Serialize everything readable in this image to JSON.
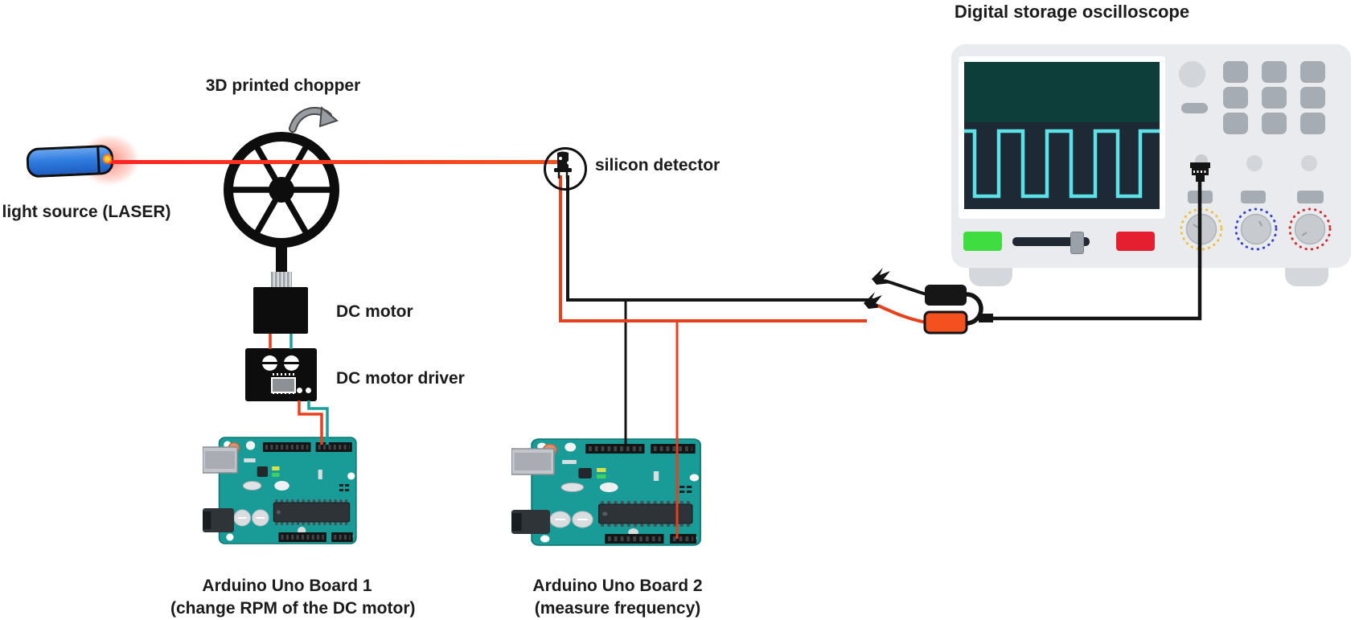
{
  "labels": {
    "oscilloscope_title": "Digital storage oscilloscope",
    "chopper": "3D printed chopper",
    "light_source": "light source (LASER)",
    "dc_motor": "DC motor",
    "dc_motor_driver": "DC motor driver",
    "silicon_detector": "silicon detector",
    "arduino1_title": "Arduino Uno Board 1",
    "arduino1_subtitle": "(change RPM of the DC motor)",
    "arduino2_title": "Arduino Uno Board 2",
    "arduino2_subtitle": "(measure frequency)"
  },
  "colors": {
    "laser_beam": "#f4511e",
    "laser_body_blue": "#2f7de1",
    "wire_red": "#e8401c",
    "wire_black": "#141414",
    "wire_teal": "#1c9f9b",
    "arduino_teal": "#199c98",
    "scope_body": "#e9ebee",
    "screen_top_teal": "#0d3e3a",
    "screen_bottom_navy": "#1d2935",
    "trace_cyan": "#5ce1e6",
    "button_green": "#3fdd3f",
    "button_red": "#e51e30",
    "knob_ring_yellow": "#eec23e",
    "knob_ring_blue": "#3745c8",
    "knob_ring_red": "#d22f2f"
  }
}
